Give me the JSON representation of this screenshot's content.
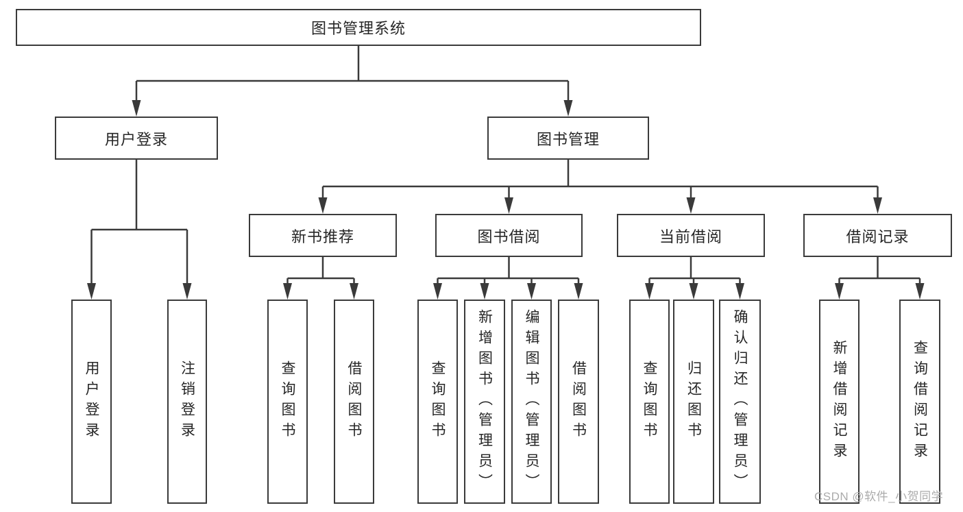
{
  "diagram": {
    "type": "tree",
    "root": "图书管理系统",
    "level2": [
      "用户登录",
      "图书管理"
    ],
    "level3": [
      "新书推荐",
      "图书借阅",
      "当前借阅",
      "借阅记录"
    ],
    "leaves": [
      "用户登录",
      "注销登录",
      "查询图书",
      "借阅图书",
      "查询图书",
      "新增图书（管理员）",
      "编辑图书（管理员）",
      "借阅图书",
      "查询图书",
      "归还图书",
      "确认归还（管理员）",
      "新增借阅记录",
      "查询借阅记录"
    ],
    "hierarchy": {
      "图书管理系统": [
        "用户登录",
        "图书管理"
      ],
      "用户登录": [
        "用户登录",
        "注销登录"
      ],
      "图书管理": [
        "新书推荐",
        "图书借阅",
        "当前借阅",
        "借阅记录"
      ],
      "新书推荐": [
        "查询图书",
        "借阅图书"
      ],
      "图书借阅": [
        "查询图书",
        "新增图书（管理员）",
        "编辑图书（管理员）",
        "借阅图书"
      ],
      "当前借阅": [
        "查询图书",
        "归还图书",
        "确认归还（管理员）"
      ],
      "借阅记录": [
        "新增借阅记录",
        "查询借阅记录"
      ]
    }
  },
  "watermark": "CSDN @软件_小贺同学",
  "colors": {
    "line": "#3a3a3a",
    "text": "#262626",
    "background": "#ffffff",
    "watermark": "#ababab"
  }
}
